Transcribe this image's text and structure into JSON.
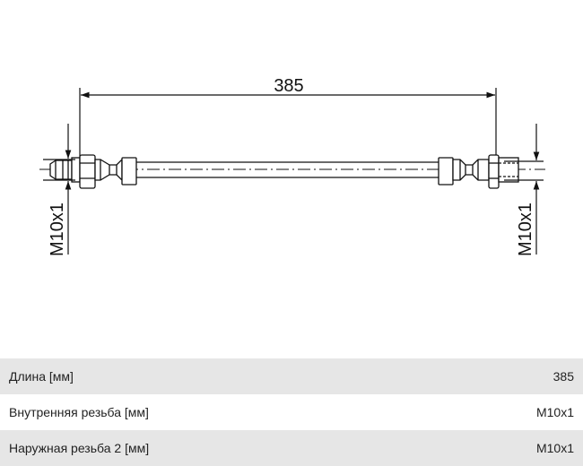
{
  "drawing": {
    "length_dimension": "385",
    "left_thread": "M10x1",
    "right_thread": "M10x1"
  },
  "specs": {
    "rows": [
      {
        "label": "Длина [мм]",
        "value": "385"
      },
      {
        "label": "Внутренняя резьба [мм]",
        "value": "M10x1"
      },
      {
        "label": "Наружная резьба 2 [мм]",
        "value": "M10x1"
      }
    ]
  }
}
